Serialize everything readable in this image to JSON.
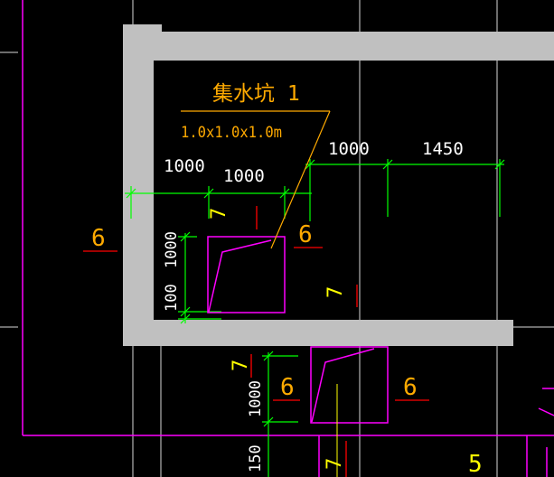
{
  "colors": {
    "background": "#000000",
    "wall": "#c0c0c0",
    "grid": "#ffffff",
    "outline": "#ff00ff",
    "dimension": "#00ff00",
    "dim_text": "#ffffff",
    "label_orange": "#ffaa00",
    "label_yellow": "#ffff00",
    "label_red": "#ff0000"
  },
  "annotation": {
    "pit_name": "集水坑 1",
    "pit_size": "1.0x1.0x1.0m"
  },
  "dimensions": {
    "top_left_1": "1000",
    "top_left_2": "1000",
    "top_right_1": "1000",
    "top_right_2": "1450",
    "vertical_1": "1000",
    "vertical_2": "100",
    "vertical_3": "1000",
    "vertical_4": "150"
  },
  "labels": {
    "six_a": "6",
    "six_b": "6",
    "six_c": "6",
    "six_d": "6",
    "seven_a": "7",
    "seven_b": "7",
    "seven_c": "7",
    "seven_d": "7",
    "five_a": "5"
  }
}
